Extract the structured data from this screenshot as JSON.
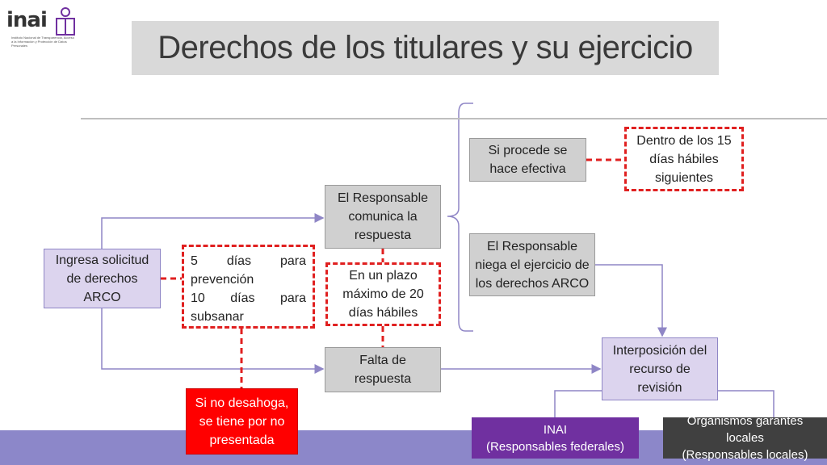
{
  "logo": {
    "word": "inai",
    "subtitle": "Instituto Nacional de Transparencia, Acceso a la Información y Protección de Datos Personales"
  },
  "title": "Derechos de los titulares y su ejercicio",
  "boxes": {
    "ingresa": "Ingresa  solicitud de derechos ARCO",
    "plazos": {
      "line1": [
        "5",
        "días",
        "para"
      ],
      "line2": "prevención",
      "line3": [
        "10",
        "días",
        "para"
      ],
      "line4": "subsanar"
    },
    "comunica": "El Responsable comunica la respuesta",
    "plazo20": "En un plazo máximo de 20 días hábiles",
    "falta": "Falta de respuesta",
    "procede": "Si procede se hace efectiva",
    "quince": "Dentro de los 15 días hábiles siguientes",
    "niega": "El Responsable niega el ejercicio de los derechos ARCO",
    "interposicion": "Interposición del recurso de revisión",
    "no_desahoga": "Si no desahoga, se tiene por no presentada",
    "inai": "INAI\n(Responsables federales)",
    "locales": "Organismos garantes locales\n(Responsables locales)"
  },
  "colors": {
    "title_bar": "#d9d9d9",
    "gray_box": "#d0d0d0",
    "lavender_box": "#dcd4ee",
    "dash_red": "#e02020",
    "red_box": "#ff0000",
    "purple_box": "#7030a0",
    "dark_box": "#404040",
    "bottom_band": "#8c87c9",
    "connector": "#8f86c6"
  }
}
